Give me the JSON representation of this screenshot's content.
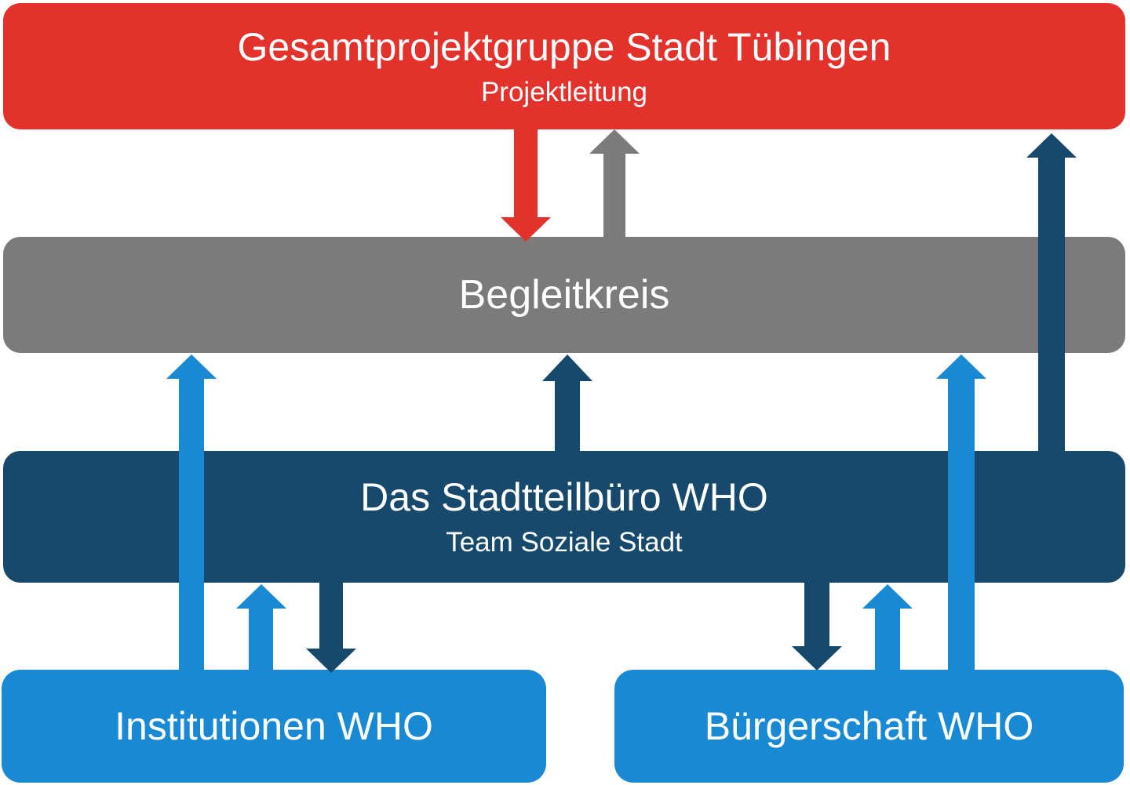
{
  "colors": {
    "red": "#E3312B",
    "gray": "#7B7B7B",
    "navy": "#16496C",
    "lightblue": "#1989D4",
    "text": "#FFFFFF",
    "background": "#FFFFFF"
  },
  "boxes": {
    "gesamtprojektgruppe": {
      "title": "Gesamtprojektgruppe Stadt Tübingen",
      "subtitle": "Projektleitung"
    },
    "begleitkreis": {
      "title": "Begleitkreis"
    },
    "stadtteilbuero": {
      "title": "Das Stadtteilbüro WHO",
      "subtitle": "Team Soziale Stadt"
    },
    "institutionen": {
      "title": "Institutionen WHO"
    },
    "buergerschaft": {
      "title": "Bürgerschaft WHO"
    }
  },
  "arrows": [
    {
      "from": "gesamtprojektgruppe",
      "to": "begleitkreis",
      "direction": "down",
      "color": "red"
    },
    {
      "from": "begleitkreis",
      "to": "gesamtprojektgruppe",
      "direction": "up",
      "color": "gray"
    },
    {
      "from": "stadtteilbuero",
      "to": "gesamtprojektgruppe",
      "direction": "up",
      "color": "navy"
    },
    {
      "from": "institutionen",
      "to": "begleitkreis",
      "direction": "up",
      "color": "lightblue"
    },
    {
      "from": "stadtteilbuero",
      "to": "begleitkreis",
      "direction": "up",
      "color": "navy"
    },
    {
      "from": "buergerschaft",
      "to": "begleitkreis",
      "direction": "up",
      "color": "lightblue"
    },
    {
      "from": "institutionen",
      "to": "stadtteilbuero",
      "direction": "up",
      "color": "lightblue"
    },
    {
      "from": "stadtteilbuero",
      "to": "institutionen",
      "direction": "down",
      "color": "navy"
    },
    {
      "from": "stadtteilbuero",
      "to": "buergerschaft",
      "direction": "down",
      "color": "navy"
    },
    {
      "from": "buergerschaft",
      "to": "stadtteilbuero",
      "direction": "up",
      "color": "lightblue"
    }
  ]
}
